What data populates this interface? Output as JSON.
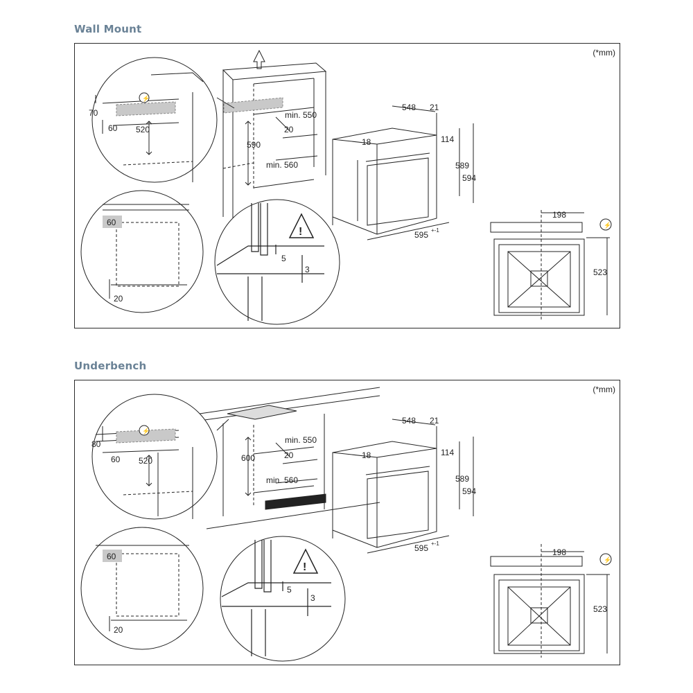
{
  "sections": [
    {
      "heading": "Wall Mount",
      "unit_note": "(*mm)",
      "dims": {
        "top_gap": "70",
        "top_depth": "60",
        "cable_height": "520",
        "side_gap": "60",
        "bottom_gap": "20",
        "min_width": "min. 550",
        "min_depth": "min. 560",
        "rear_gap": "20",
        "niche_height": "590",
        "gap_5": "5",
        "gap_3": "3",
        "oven_depth": "548",
        "oven_front": "21",
        "oven_top": "18",
        "oven_panel": "114",
        "oven_h1": "589",
        "oven_h2": "594",
        "oven_width": "595",
        "oven_width_tol": "+-1",
        "cable_offset": "198",
        "cable_drop": "523"
      }
    },
    {
      "heading": "Underbench",
      "unit_note": "(*mm)",
      "dims": {
        "top_gap": "80",
        "top_depth": "60",
        "cable_height": "520",
        "side_gap": "60",
        "bottom_gap": "20",
        "min_width": "min. 550",
        "min_depth": "min. 560",
        "rear_gap": "20",
        "niche_height": "600",
        "gap_5": "5",
        "gap_3": "3",
        "oven_depth": "548",
        "oven_front": "21",
        "oven_top": "18",
        "oven_panel": "114",
        "oven_h1": "589",
        "oven_h2": "594",
        "oven_width": "595",
        "oven_width_tol": "+-1",
        "cable_offset": "198",
        "cable_drop": "523"
      }
    }
  ]
}
